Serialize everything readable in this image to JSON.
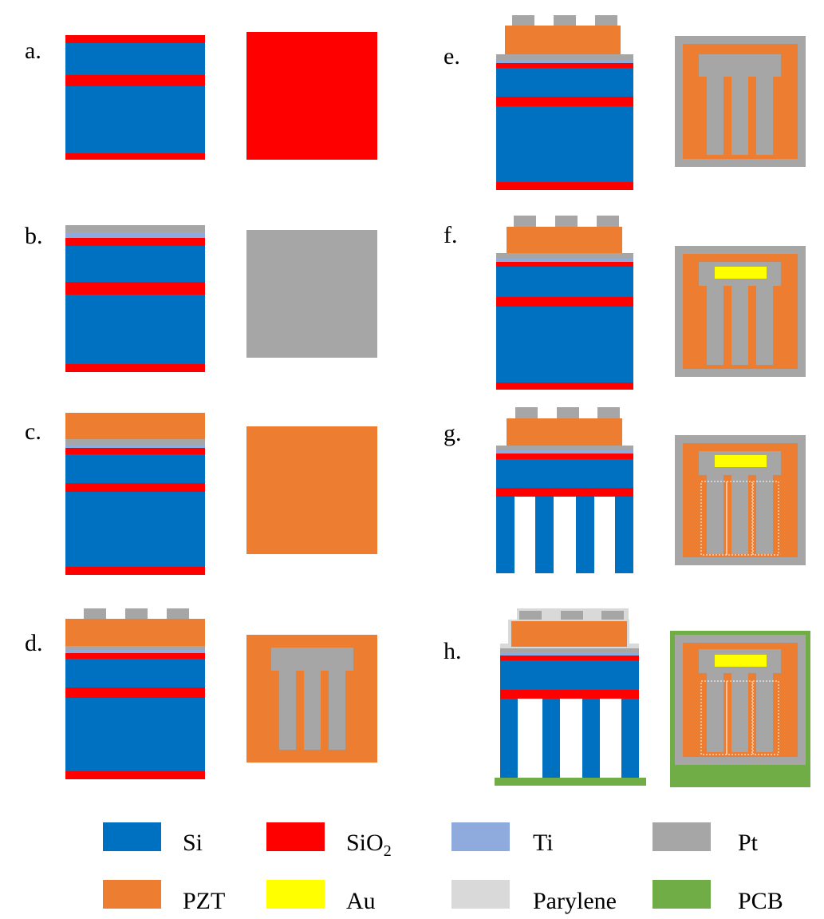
{
  "colors": {
    "si": "#0070c0",
    "sio2": "#ff0000",
    "ti": "#8faadc",
    "pt": "#a6a6a6",
    "pzt": "#ed7d31",
    "au": "#ffff00",
    "parylene": "#d9d9d9",
    "pcb": "#70ad47"
  },
  "steps": [
    {
      "label": "a."
    },
    {
      "label": "b."
    },
    {
      "label": "c."
    },
    {
      "label": "d."
    },
    {
      "label": "e."
    },
    {
      "label": "f."
    },
    {
      "label": "g."
    },
    {
      "label": "h."
    }
  ],
  "legend": [
    {
      "key": "si",
      "label": "Si",
      "sub": ""
    },
    {
      "key": "sio2",
      "label": "SiO",
      "sub": "2"
    },
    {
      "key": "ti",
      "label": "Ti",
      "sub": ""
    },
    {
      "key": "pt",
      "label": "Pt",
      "sub": ""
    },
    {
      "key": "pzt",
      "label": "PZT",
      "sub": ""
    },
    {
      "key": "au",
      "label": "Au",
      "sub": ""
    },
    {
      "key": "parylene",
      "label": "Parylene",
      "sub": ""
    },
    {
      "key": "pcb",
      "label": "PCB",
      "sub": ""
    }
  ]
}
